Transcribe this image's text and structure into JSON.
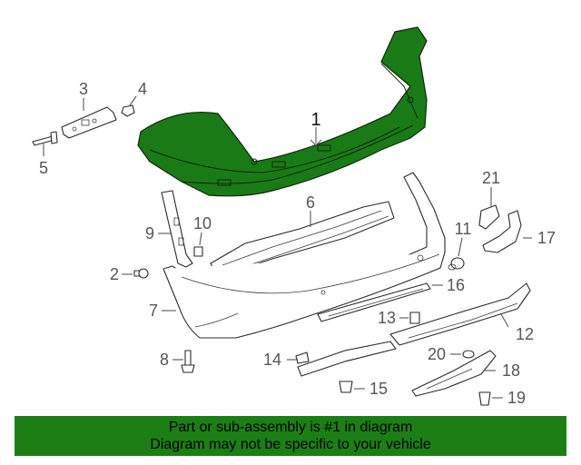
{
  "callouts": {
    "c1": "1",
    "c2": "2",
    "c3": "3",
    "c4": "4",
    "c5": "5",
    "c6": "6",
    "c7": "7",
    "c8": "8",
    "c9": "9",
    "c10": "10",
    "c11": "11",
    "c12": "12",
    "c13": "13",
    "c14": "14",
    "c15": "15",
    "c16": "16",
    "c17": "17",
    "c18": "18",
    "c19": "19",
    "c20": "20",
    "c21": "21"
  },
  "highlighted_part": "1",
  "colors": {
    "highlight": "#1b7f15",
    "banner": "#1b7f15",
    "line": "#555555"
  },
  "banner": {
    "line1": "Part or sub-assembly is #1 in diagram",
    "line2": "Diagram may not be specific to your vehicle"
  }
}
